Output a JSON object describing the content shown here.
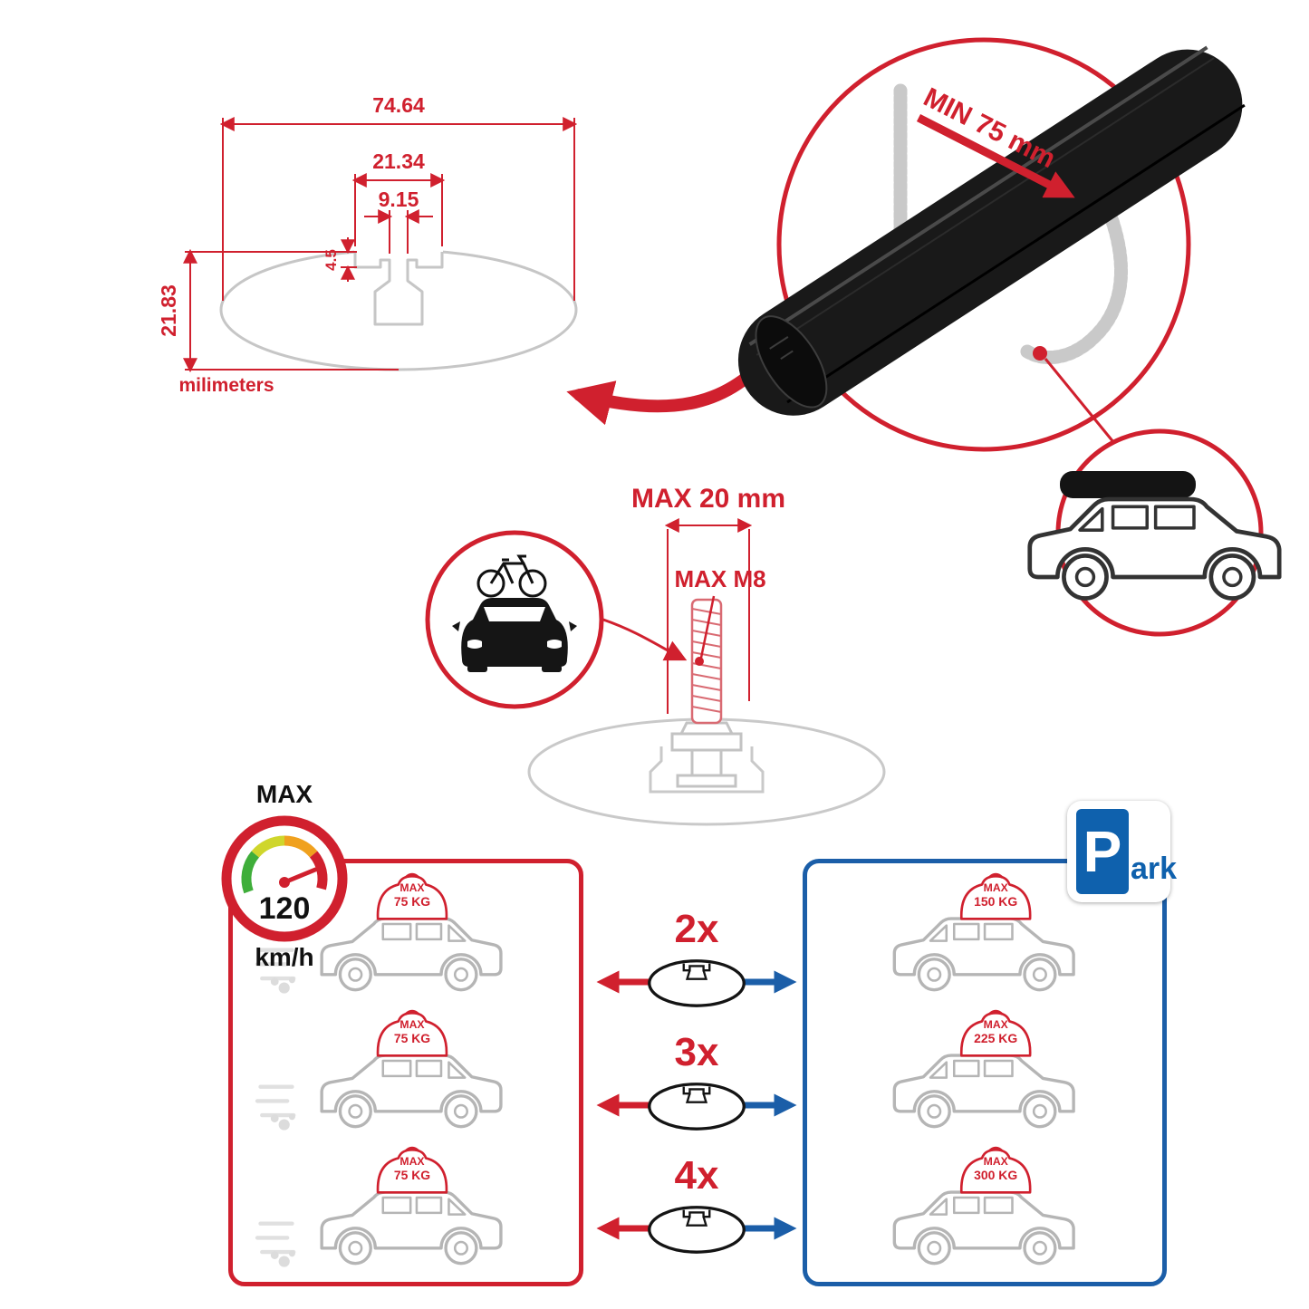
{
  "dimension_diagram": {
    "total_width": "74.64",
    "channel_width": "21.34",
    "slot_width": "9.15",
    "slot_depth": "4.5",
    "total_height": "21.83",
    "units_label": "milimeters"
  },
  "bar_detail": {
    "min_clamp_label": "MIN 75 mm"
  },
  "bolt_diagram": {
    "max_width_label": "MAX 20 mm",
    "max_thread_label": "MAX M8"
  },
  "speed_limit": {
    "title": "MAX",
    "value": "120",
    "units": "km/h"
  },
  "dynamic_panel": {
    "cars": [
      {
        "load_max": "MAX",
        "load_value": "75 KG"
      },
      {
        "load_max": "MAX",
        "load_value": "75 KG"
      },
      {
        "load_max": "MAX",
        "load_value": "75 KG"
      }
    ]
  },
  "multipliers": [
    {
      "label": "2x"
    },
    {
      "label": "3x"
    },
    {
      "label": "4x"
    }
  ],
  "parked_panel": {
    "cars": [
      {
        "load_max": "MAX",
        "load_value": "150 KG"
      },
      {
        "load_max": "MAX",
        "load_value": "225 KG"
      },
      {
        "load_max": "MAX",
        "load_value": "300 KG"
      }
    ]
  },
  "park_sign": {
    "letter": "P",
    "suffix": "ark"
  },
  "colors": {
    "red": "#d0202e",
    "blue": "#1b5ea8",
    "gray": "#b5b5b5",
    "black": "#191919"
  }
}
